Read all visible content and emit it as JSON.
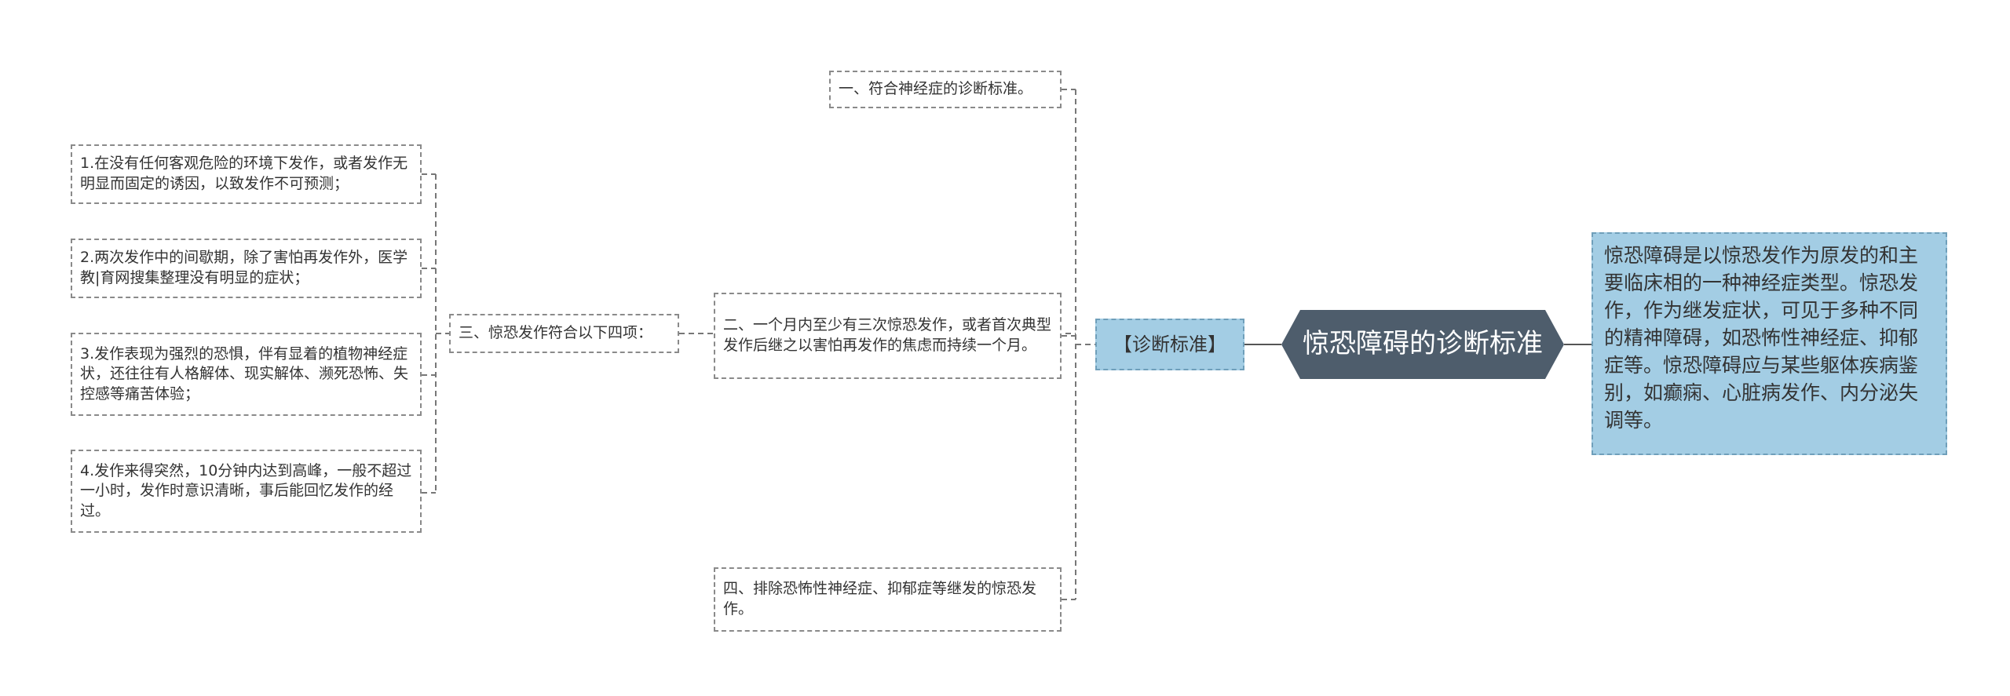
{
  "center": {
    "title": "惊恐障碍的诊断标准"
  },
  "description": {
    "text": "惊恐障碍是以惊恐发作为原发的和主要临床相的一种神经症类型。惊恐发作，作为继发症状，可见于多种不同的精神障碍，如恐怖性神经症、抑郁症等。惊恐障碍应与某些躯体疾病鉴别，如癫痫、心脏病发作、内分泌失调等。"
  },
  "criteria": {
    "label": "【诊断标准】",
    "items": [
      {
        "text": "一、符合神经症的诊断标准。"
      },
      {
        "text": "二、一个月内至少有三次惊恐发作，或者首次典型发作后继之以害怕再发作的焦虑而持续一个月。"
      },
      {
        "text": "三、惊恐发作符合以下四项："
      },
      {
        "text": "四、排除恐怖性神经症、抑郁症等继发的惊恐发作。"
      }
    ]
  },
  "panic_features": [
    {
      "text": "1.在没有任何客观危险的环境下发作，或者发作无明显而固定的诱因，以致发作不可预测；"
    },
    {
      "text": "2.两次发作中的间歇期，除了害怕再发作外，医学教|育网搜集整理没有明显的症状；"
    },
    {
      "text": "3.发作表现为强烈的恐惧，伴有显着的植物神经症状，还往往有人格解体、现实解体、濒死恐怖、失控感等痛苦体验；"
    },
    {
      "text": "4.发作来得突然，10分钟内达到高峰，一般不超过一小时，发作时意识清晰，事后能回忆发作的经过。"
    }
  ]
}
